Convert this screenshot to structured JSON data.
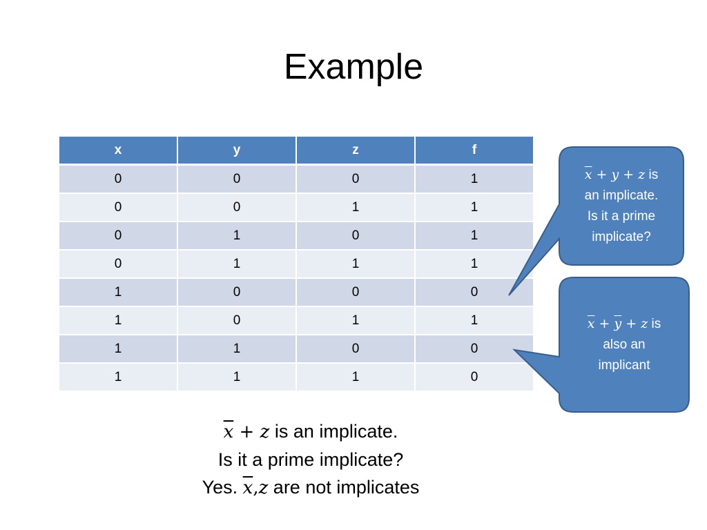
{
  "slide": {
    "title": "Example"
  },
  "table": {
    "headers": [
      "x",
      "y",
      "z",
      "f"
    ],
    "rows": [
      [
        "0",
        "0",
        "0",
        "1"
      ],
      [
        "0",
        "0",
        "1",
        "1"
      ],
      [
        "0",
        "1",
        "0",
        "1"
      ],
      [
        "0",
        "1",
        "1",
        "1"
      ],
      [
        "1",
        "0",
        "0",
        "0"
      ],
      [
        "1",
        "0",
        "1",
        "1"
      ],
      [
        "1",
        "1",
        "0",
        "0"
      ],
      [
        "1",
        "1",
        "1",
        "0"
      ]
    ]
  },
  "callout1": {
    "var_x": "x",
    "plus1": " + ",
    "var_y": "y",
    "plus2": " + ",
    "var_z": "z",
    "suffix": " is",
    "line2": "an implicate.",
    "line3": "Is it a prime",
    "line4": "implicate?"
  },
  "callout2": {
    "var_x": "x",
    "plus1": " + ",
    "var_y": "y",
    "plus2": " + ",
    "var_z": "z",
    "suffix": " is",
    "line2": "also an",
    "line3": "implicant"
  },
  "bottom": {
    "line1_var_x": "x",
    "line1_plus": " + ",
    "line1_var_z": "z",
    "line1_suffix": " is an implicate.",
    "line2": "Is it a prime implicate?",
    "line3_prefix": "Yes. ",
    "line3_var_x": "x",
    "line3_comma": ",",
    "line3_var_z": "z",
    "line3_suffix": " are not implicates"
  },
  "colors": {
    "header_blue": "#4f81bd",
    "row_dark": "#d0d8e8",
    "row_light": "#e9edf4",
    "callout_fill": "#4f81bd",
    "callout_stroke": "#385d8a"
  }
}
